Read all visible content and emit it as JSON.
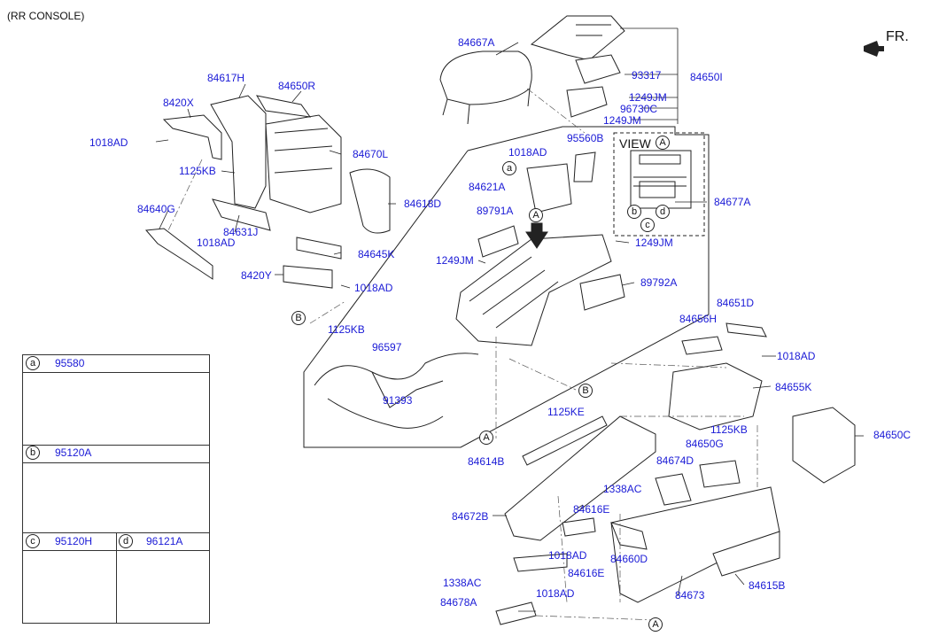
{
  "header": {
    "title": "(RR CONSOLE)",
    "direction": "FR."
  },
  "callouts": {
    "p84667A": "84667A",
    "p93317": "93317",
    "p84650I": "84650I",
    "p1249JM_a": "1249JM",
    "p96730C": "96730C",
    "p1249JM_b": "1249JM",
    "p84617H": "84617H",
    "p84650R": "84650R",
    "p8420X": "8420X",
    "p1018AD_a": "1018AD",
    "p84670L": "84670L",
    "p1125KB_a": "1125KB",
    "p84618D": "84618D",
    "p84640G": "84640G",
    "p84631J": "84631J",
    "p1018AD_b": "1018AD",
    "p84645K": "84645K",
    "p8420Y": "8420Y",
    "p1018AD_c": "1018AD",
    "p1125KB_b": "1125KB",
    "p1018AD_d": "1018AD",
    "p95560B": "95560B",
    "p84621A": "84621A",
    "p84677A": "84677A",
    "p89791A": "89791A",
    "p1249JM_c": "1249JM",
    "p1249JM_d": "1249JM",
    "p89792A": "89792A",
    "p96597": "96597",
    "p91393": "91393",
    "p1125KE": "1125KE",
    "p84651D": "84651D",
    "p84656H": "84656H",
    "p1018AD_e": "1018AD",
    "p84655K": "84655K",
    "p1125KB_c": "1125KB",
    "p84650G": "84650G",
    "p84650C": "84650C",
    "p84674D": "84674D",
    "p84614B": "84614B",
    "p1338AC_a": "1338AC",
    "p84616E_a": "84616E",
    "p84672B": "84672B",
    "p1018AD_f": "1018AD",
    "p84660D": "84660D",
    "p84616E_b": "84616E",
    "p1338AC_b": "1338AC",
    "p1018AD_g": "1018AD",
    "p84673": "84673",
    "p84615B": "84615B",
    "p84678A": "84678A"
  },
  "view": {
    "title": "VIEW",
    "letter": "A",
    "b": "b",
    "c": "c",
    "d": "d"
  },
  "markers": {
    "a": "a",
    "A1": "A",
    "A2": "A",
    "A3": "A",
    "B1": "B",
    "B2": "B"
  },
  "legend": {
    "a": {
      "letter": "a",
      "part": "95580"
    },
    "b": {
      "letter": "b",
      "part": "95120A"
    },
    "c": {
      "letter": "c",
      "part": "95120H"
    },
    "d": {
      "letter": "d",
      "part": "96121A"
    }
  },
  "colors": {
    "label": "#1a1ad6",
    "line": "#222222"
  }
}
